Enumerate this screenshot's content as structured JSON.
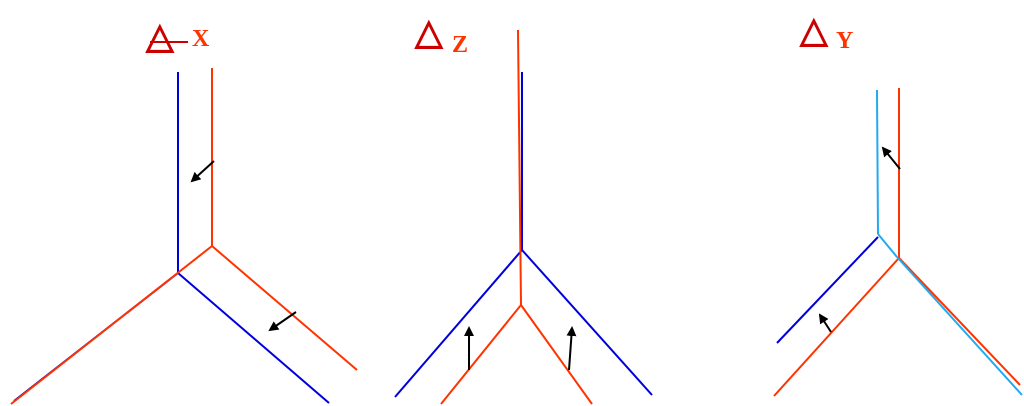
{
  "colors": {
    "red": "#ff3300",
    "blue": "#0000dd",
    "cyan": "#22aaee",
    "arrow": "#000000",
    "triangle": "#cc0000",
    "background": "#ffffff"
  },
  "panels": [
    {
      "id": "x",
      "triangle_symbol": "△",
      "subscript": "X"
    },
    {
      "id": "z",
      "triangle_symbol": "△",
      "subscript": "Z"
    },
    {
      "id": "y",
      "triangle_symbol": "△",
      "subscript": "Y"
    }
  ]
}
